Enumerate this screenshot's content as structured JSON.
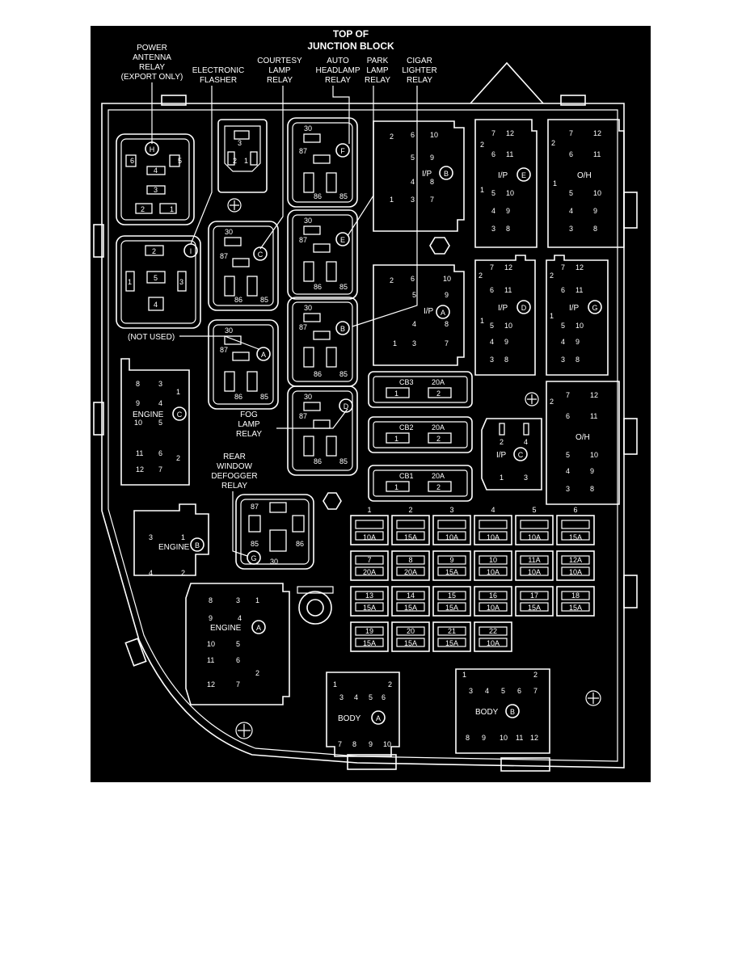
{
  "colors": {
    "background": "#000000",
    "linework": "#ffffff",
    "page": "#ffffff"
  },
  "title": [
    "TOP OF",
    "JUNCTION BLOCK"
  ],
  "callouts": {
    "power_antenna": [
      "POWER",
      "ANTENNA",
      "RELAY",
      "(EXPORT ONLY)"
    ],
    "electronic_flasher": [
      "ELECTRONIC",
      "FLASHER"
    ],
    "courtesy_lamp": [
      "COURTESY",
      "LAMP",
      "RELAY"
    ],
    "auto_headlamp": [
      "AUTO",
      "HEADLAMP",
      "RELAY"
    ],
    "park_lamp": [
      "PARK",
      "LAMP",
      "RELAY"
    ],
    "cigar_lighter": [
      "CIGAR",
      "LIGHTER",
      "RELAY"
    ],
    "not_used": "(NOT USED)",
    "fog_lamp": [
      "FOG",
      "LAMP",
      "RELAY"
    ],
    "rear_defogger": [
      "REAR",
      "WINDOW",
      "DEFOGGER",
      "RELAY"
    ]
  },
  "relays": {
    "H": {
      "letter": "H",
      "pins": [
        "6",
        "5",
        "4",
        "3",
        "2",
        "1"
      ]
    },
    "I": {
      "letter": "I",
      "pins": [
        "2",
        "1",
        "5",
        "3",
        "4"
      ]
    },
    "C": {
      "letter": "C",
      "pins": [
        "30",
        "87",
        "86",
        "85"
      ]
    },
    "A": {
      "letter": "A",
      "pins": [
        "30",
        "87",
        "86",
        "85"
      ]
    },
    "F": {
      "letter": "F",
      "pins": [
        "30",
        "87",
        "86",
        "85"
      ]
    },
    "E": {
      "letter": "E",
      "pins": [
        "30",
        "87",
        "86",
        "85"
      ]
    },
    "B": {
      "letter": "B",
      "pins": [
        "30",
        "87",
        "86",
        "85"
      ]
    },
    "D": {
      "letter": "D",
      "pins": [
        "30",
        "87",
        "86",
        "85"
      ]
    },
    "G": {
      "letter": "G",
      "pins": [
        "87",
        "85",
        "86",
        "30"
      ]
    },
    "flasher": {
      "pins": [
        "3",
        "2",
        "1"
      ]
    }
  },
  "connectors": {
    "ip_b": {
      "name": "I/P",
      "letter": "B",
      "pins": [
        "2",
        "6",
        "10",
        "5",
        "9",
        "4",
        "8",
        "1",
        "3",
        "7"
      ]
    },
    "ip_a": {
      "name": "I/P",
      "letter": "A",
      "pins": [
        "2",
        "6",
        "10",
        "5",
        "9",
        "4",
        "8",
        "1",
        "3",
        "7"
      ]
    },
    "ip_e": {
      "name": "I/P",
      "letter": "E",
      "pins": [
        "7",
        "12",
        "2",
        "6",
        "11",
        "1",
        "5",
        "10",
        "4",
        "9",
        "3",
        "8"
      ]
    },
    "oh_top": {
      "name": "O/H",
      "pins": [
        "7",
        "12",
        "2",
        "6",
        "11",
        "1",
        "5",
        "10",
        "4",
        "9",
        "3",
        "8"
      ]
    },
    "ip_d": {
      "name": "I/P",
      "letter": "D",
      "pins": [
        "7",
        "12",
        "2",
        "6",
        "11",
        "1",
        "5",
        "10",
        "4",
        "9",
        "3",
        "8"
      ]
    },
    "ip_g": {
      "name": "I/P",
      "letter": "G",
      "pins": [
        "7",
        "12",
        "2",
        "6",
        "11",
        "1",
        "5",
        "10",
        "4",
        "9",
        "3",
        "8"
      ]
    },
    "ip_c": {
      "name": "I/P",
      "letter": "C",
      "pins": [
        "2",
        "4",
        "1",
        "3"
      ]
    },
    "oh_mid": {
      "name": "O/H",
      "pins": [
        "7",
        "12",
        "2",
        "6",
        "11",
        "5",
        "10",
        "4",
        "9",
        "3",
        "8"
      ]
    },
    "engine_c": {
      "name": "ENGINE",
      "letter": "C",
      "pins": [
        "8",
        "3",
        "1",
        "9",
        "4",
        "10",
        "5",
        "11",
        "6",
        "2",
        "12",
        "7"
      ]
    },
    "engine_b": {
      "name": "ENGINE",
      "letter": "B",
      "pins": [
        "3",
        "1",
        "4",
        "2"
      ]
    },
    "engine_a": {
      "name": "ENGINE",
      "letter": "A",
      "pins": [
        "8",
        "3",
        "1",
        "9",
        "4",
        "10",
        "5",
        "11",
        "6",
        "2",
        "12",
        "7"
      ]
    },
    "body_a": {
      "name": "BODY",
      "letter": "A",
      "pins": [
        "1",
        "2",
        "3",
        "4",
        "5",
        "6",
        "7",
        "8",
        "9",
        "10"
      ]
    },
    "body_b": {
      "name": "BODY",
      "letter": "B",
      "pins": [
        "1",
        "2",
        "3",
        "4",
        "5",
        "6",
        "7",
        "8",
        "9",
        "10",
        "11",
        "12"
      ]
    }
  },
  "circuit_breakers": [
    {
      "name": "CB3",
      "rating": "20A",
      "pins": [
        "1",
        "2"
      ]
    },
    {
      "name": "CB2",
      "rating": "20A",
      "pins": [
        "1",
        "2"
      ]
    },
    {
      "name": "CB1",
      "rating": "20A",
      "pins": [
        "1",
        "2"
      ]
    }
  ],
  "fuses": [
    {
      "num": "1",
      "amp": "10A"
    },
    {
      "num": "2",
      "amp": "15A"
    },
    {
      "num": "3",
      "amp": "10A"
    },
    {
      "num": "4",
      "amp": "10A"
    },
    {
      "num": "5",
      "amp": "10A"
    },
    {
      "num": "6",
      "amp": "15A"
    },
    {
      "num": "7",
      "amp": "20A"
    },
    {
      "num": "8",
      "amp": "20A"
    },
    {
      "num": "9",
      "amp": "15A"
    },
    {
      "num": "10",
      "amp": "10A"
    },
    {
      "num": "11A",
      "amp": "10A"
    },
    {
      "num": "12A",
      "amp": "10A"
    },
    {
      "num": "13",
      "amp": "15A"
    },
    {
      "num": "14",
      "amp": "15A"
    },
    {
      "num": "15",
      "amp": "15A"
    },
    {
      "num": "16",
      "amp": "10A"
    },
    {
      "num": "17",
      "amp": "15A"
    },
    {
      "num": "18",
      "amp": "15A"
    },
    {
      "num": "19",
      "amp": "15A"
    },
    {
      "num": "20",
      "amp": "15A"
    },
    {
      "num": "21",
      "amp": "15A"
    },
    {
      "num": "22",
      "amp": "10A"
    }
  ]
}
